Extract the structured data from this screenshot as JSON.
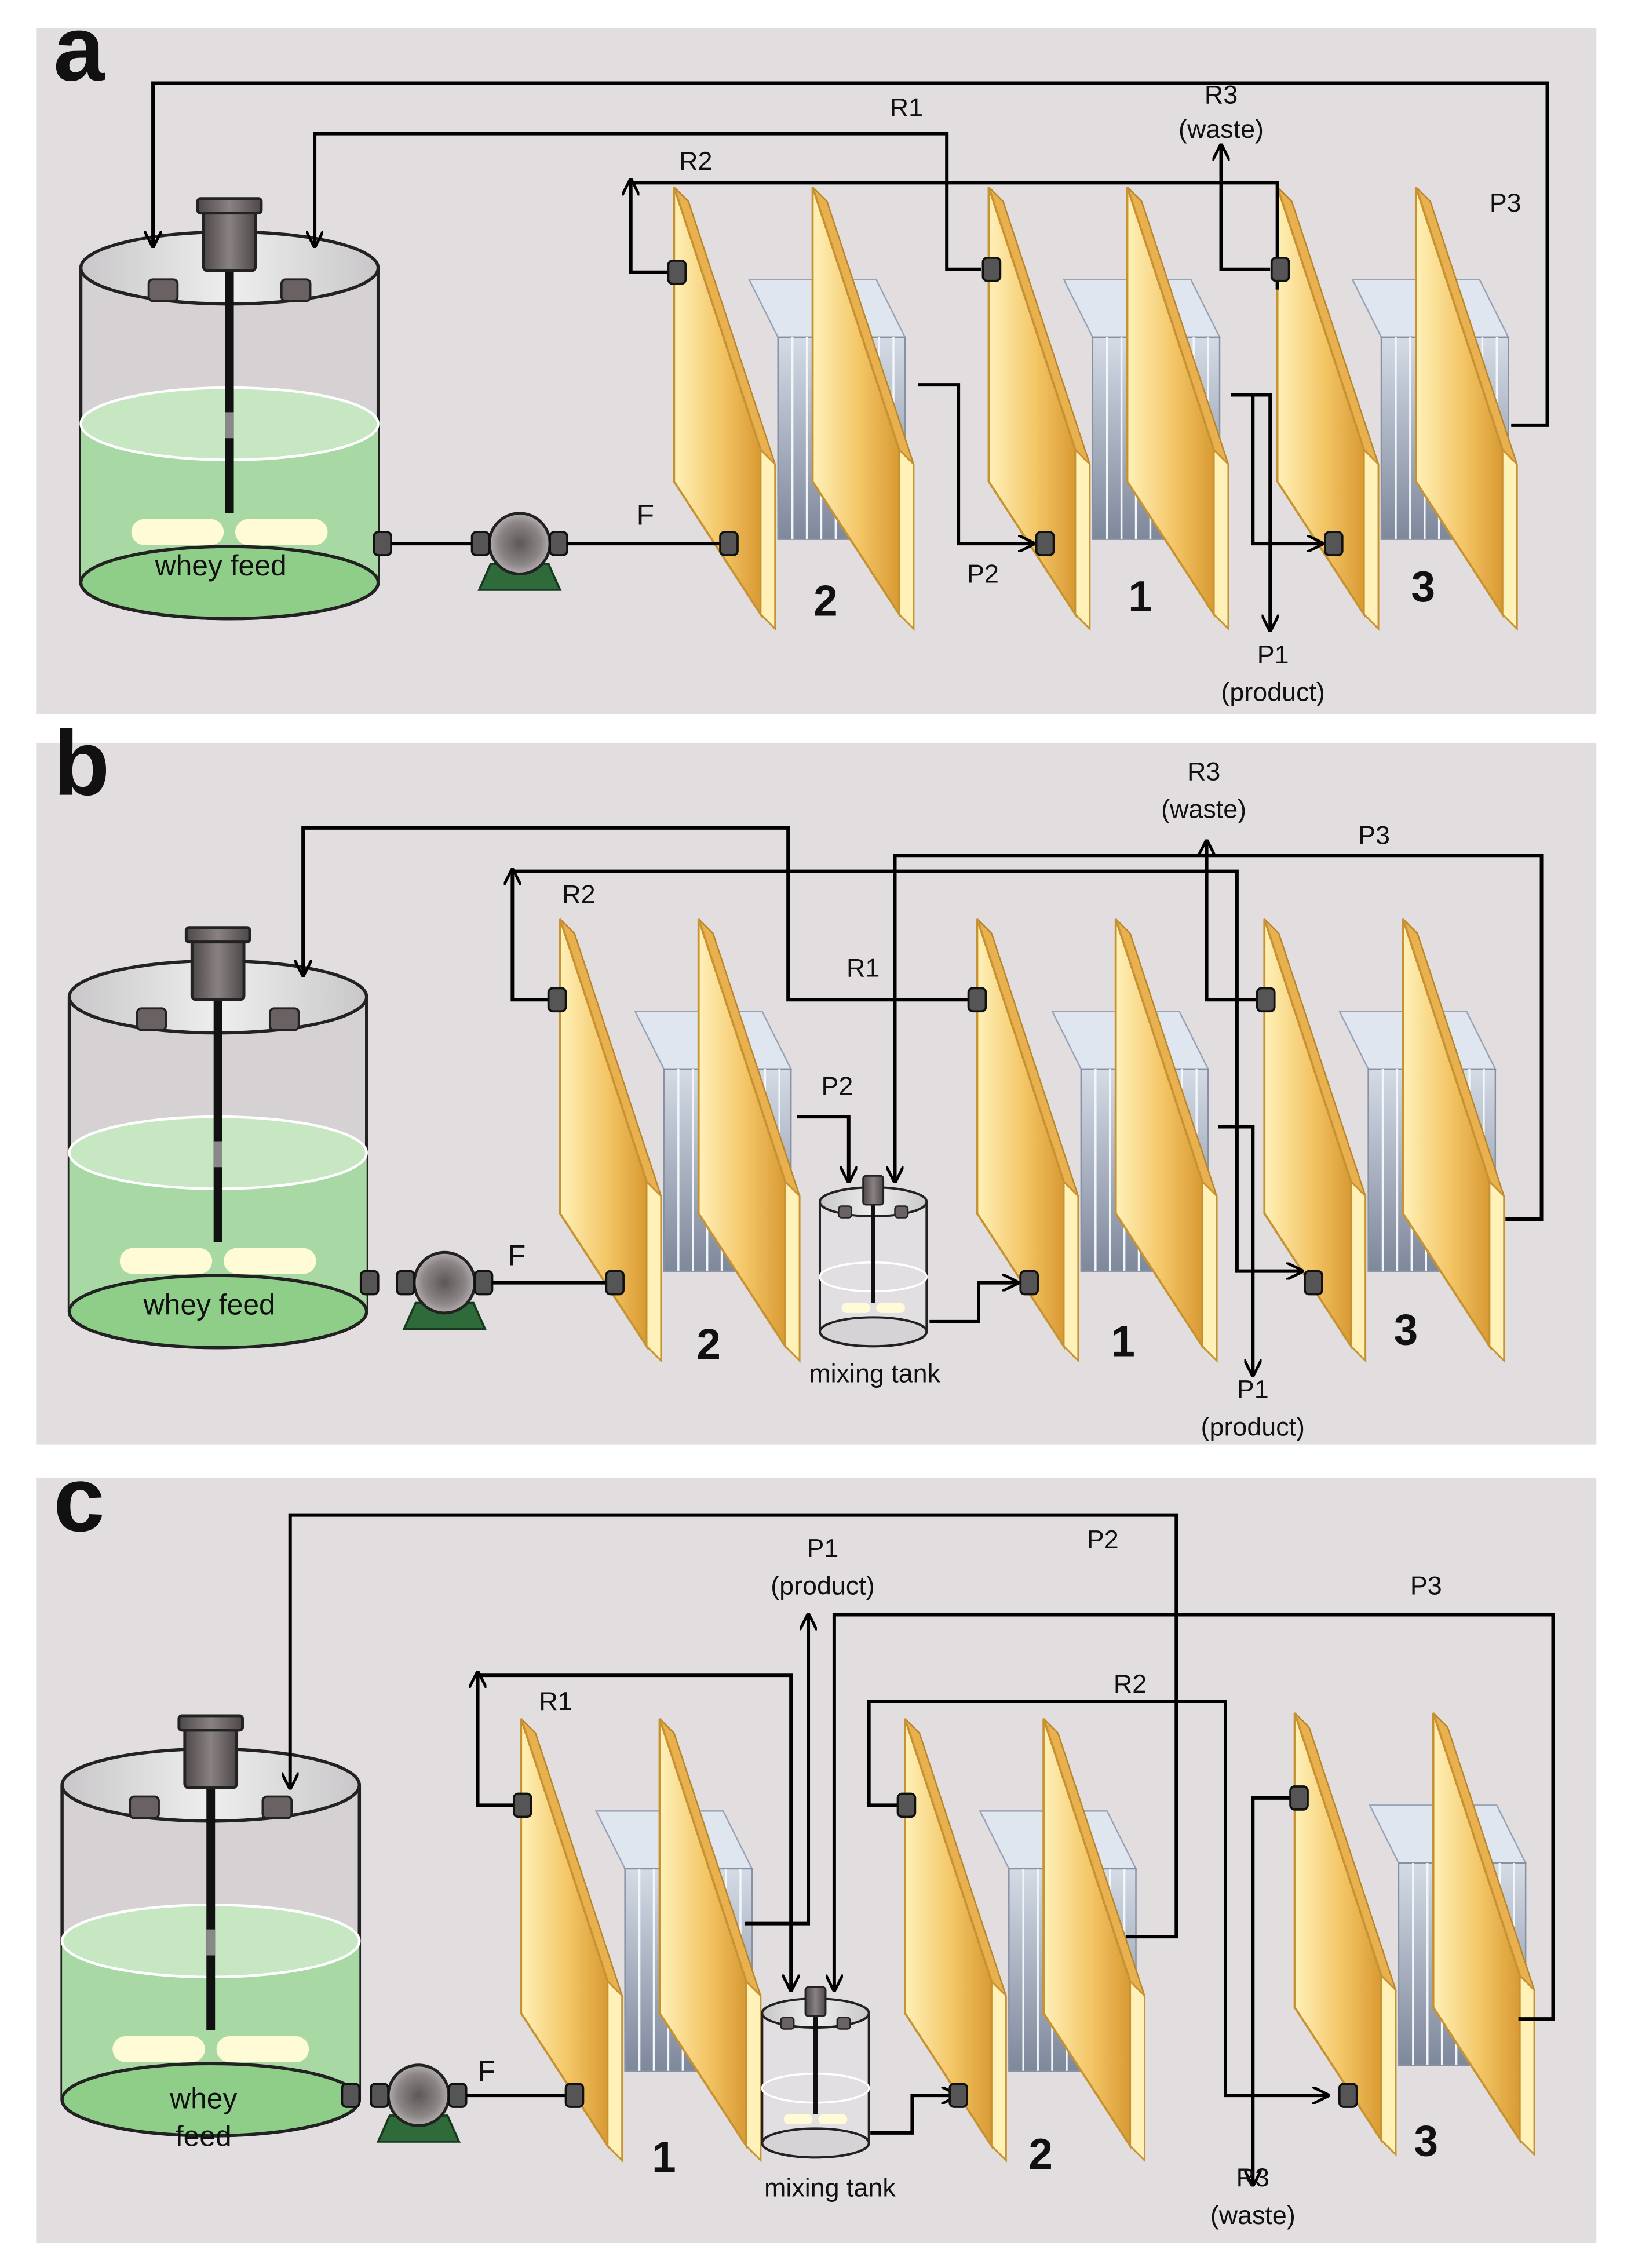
{
  "panels": [
    {
      "letter": "a",
      "feed_label": "whey feed",
      "feed_label_lines": [],
      "f_label": "F",
      "module_numbers": [
        "2",
        "1",
        "3"
      ],
      "stream_labels": {
        "r1": "R1",
        "r2": "R2",
        "r3": [
          "R3",
          "(waste)"
        ],
        "p1": [
          "P1",
          "(product)"
        ],
        "p2": "P2",
        "p3": "P3"
      },
      "mixing_tank_label": ""
    },
    {
      "letter": "b",
      "feed_label": "whey feed",
      "feed_label_lines": [],
      "f_label": "F",
      "module_numbers": [
        "2",
        "1",
        "3"
      ],
      "stream_labels": {
        "r1": "R1",
        "r2": "R2",
        "r3": [
          "R3",
          "(waste)"
        ],
        "p1": [
          "P1",
          "(product)"
        ],
        "p2": "P2",
        "p3": "P3"
      },
      "mixing_tank_label": "mixing tank"
    },
    {
      "letter": "c",
      "feed_label": "",
      "feed_label_lines": [
        "whey",
        "feed"
      ],
      "f_label": "F",
      "module_numbers": [
        "1",
        "2",
        "3"
      ],
      "stream_labels": {
        "r1": "R1",
        "r2": "R2",
        "r3": [
          "R3",
          "(waste)"
        ],
        "p1": [
          "P1",
          "(product)"
        ],
        "p2": "P2",
        "p3": "P3"
      },
      "mixing_tank_label": "mixing tank"
    }
  ],
  "colors": {
    "panel_bg": "#e2dedf",
    "membrane_frame": "#f0b64a",
    "membrane_light": "#fff1b8",
    "membrane_stack": "#aeb9cc",
    "liquid": "#9fd39b",
    "pump_base": "#2f6a3a",
    "motor": "#6a6262"
  }
}
